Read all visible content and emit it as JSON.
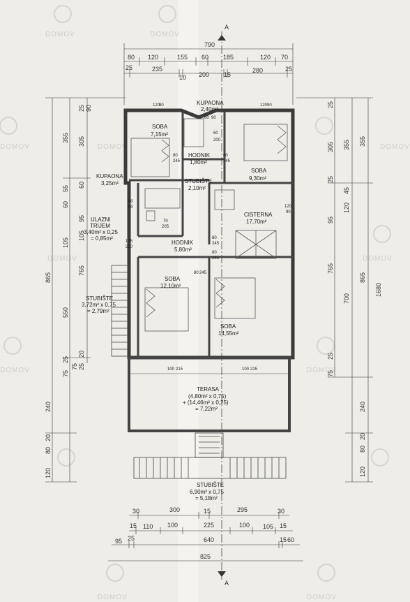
{
  "watermark": "DOMOV",
  "section_marker": "A",
  "top_dims": {
    "row1": [
      "790"
    ],
    "row2": [
      "80",
      "120",
      "155",
      "60",
      "185",
      "120",
      "70"
    ],
    "row3": [
      "25",
      "235",
      "10",
      "200",
      "15",
      "280",
      "25"
    ]
  },
  "bottom_dims": {
    "row1": [
      "30",
      "300",
      "15",
      "295",
      "30"
    ],
    "row2": [
      "15",
      "110",
      "100",
      "225",
      "100",
      "105",
      "15"
    ],
    "row3": [
      "95",
      "25",
      "640",
      "15",
      "60"
    ],
    "row4": [
      "825"
    ]
  },
  "left_dims": {
    "col_inner": [
      "25",
      "90",
      "305",
      "60",
      "95",
      "105",
      "20",
      "25",
      "75"
    ],
    "col_mid": [
      "355",
      "55",
      "60",
      "105",
      "765",
      "550",
      "25",
      "75"
    ],
    "col_outer": [
      "865",
      "240",
      "20",
      "80",
      "120"
    ]
  },
  "right_dims": {
    "col_inner": [
      "25",
      "305",
      "25",
      "45",
      "120",
      "700",
      "25",
      "75"
    ],
    "col_mid": [
      "355",
      "95",
      "765",
      "865",
      "240",
      "20",
      "80",
      "120"
    ],
    "col_outer": [
      "355",
      "1680"
    ]
  },
  "rooms": {
    "soba1": {
      "name": "SOBA",
      "area": "7,15m²"
    },
    "kupaona_top": {
      "name": "KUPAONA",
      "area": "2,40m²"
    },
    "hodnik_top": {
      "name": "HODNIK",
      "area": "1,80m²"
    },
    "soba2": {
      "name": "SOBA",
      "area": "9,30m²"
    },
    "kupaona_left": {
      "name": "KUPAONA",
      "area": "3,25m²"
    },
    "stubiste_top": {
      "name": "STUBIŠTE",
      "area": "2,10m²"
    },
    "ulazni": {
      "name": "ULAZNI",
      "name2": "TRIJEM",
      "area": "3,40m² x 0,25",
      "eq": "= 0,85m²"
    },
    "cisterna": {
      "name": "CISTERNA",
      "area": "17,70m²"
    },
    "hodnik_mid": {
      "name": "HODNIK",
      "area": "5,80m²"
    },
    "stubiste_left": {
      "name": "STUBIŠTE",
      "area": "3,72m² x 0,75",
      "eq": "= 2,79m²"
    },
    "soba3": {
      "name": "SOBA",
      "area": "12,10m²"
    },
    "soba4": {
      "name": "SOBA",
      "area": "14,55m²"
    },
    "terasa": {
      "name": "TERASA",
      "line1": "(4,80m² x 0,75)",
      "line2": "+ (14,46m² x 0,25)",
      "eq": "= 7,22m²"
    },
    "stubiste_bottom": {
      "name": "STUBIŠTE",
      "line1": "6,90m² x 0,75",
      "eq": "= 5,18m²"
    }
  },
  "door_labels": {
    "d1": [
      "120",
      "90"
    ],
    "d2": [
      "60",
      "90"
    ],
    "d3": [
      "120",
      "90"
    ],
    "d4": [
      "80",
      "245"
    ],
    "d5": [
      "80",
      "245"
    ],
    "d6": [
      "60",
      "200"
    ],
    "d7": [
      "60",
      "60"
    ],
    "d8": [
      "70",
      "205"
    ],
    "d9": [
      "120",
      "90"
    ],
    "d10": [
      "105",
      "210"
    ],
    "d11": [
      "80",
      "245"
    ],
    "d12": [
      "80",
      "245"
    ],
    "d13": [
      "80",
      "245"
    ],
    "d14": [
      "100",
      "215"
    ],
    "d15": [
      "100",
      "215"
    ]
  }
}
